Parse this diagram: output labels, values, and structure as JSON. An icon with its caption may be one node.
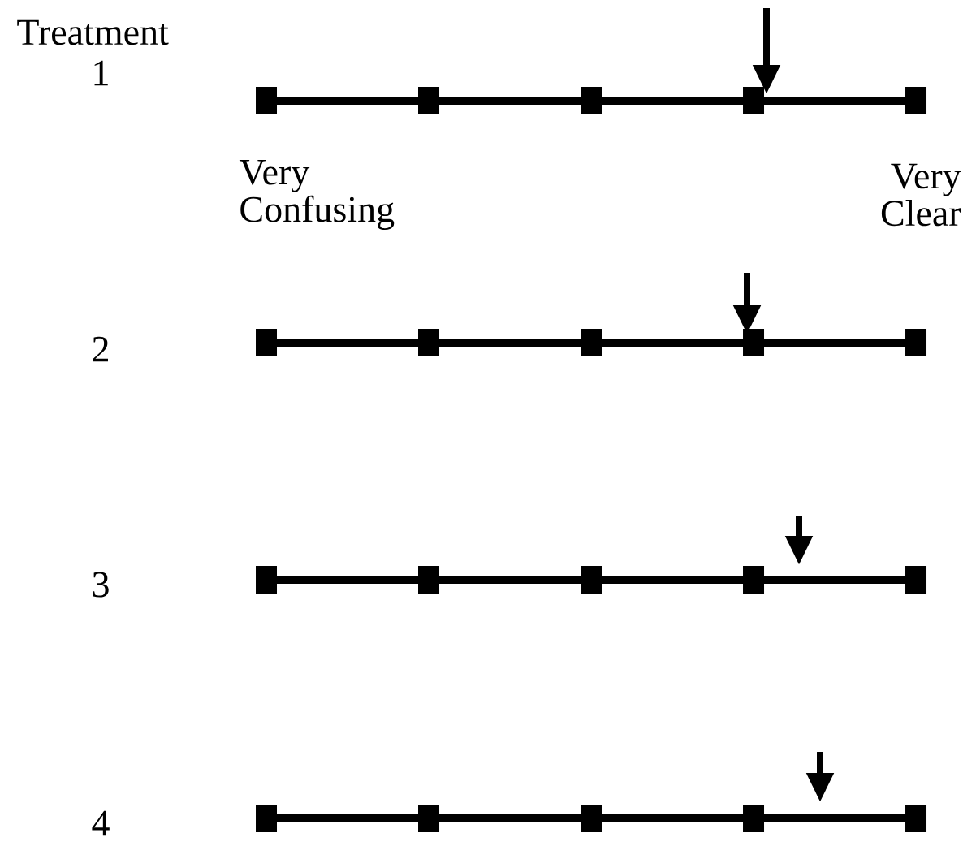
{
  "diagram": {
    "labels": [
      "Treatment",
      "1",
      "Very Confusing",
      "Very Clear",
      "2",
      "3",
      "4"
    ]
  }
}
